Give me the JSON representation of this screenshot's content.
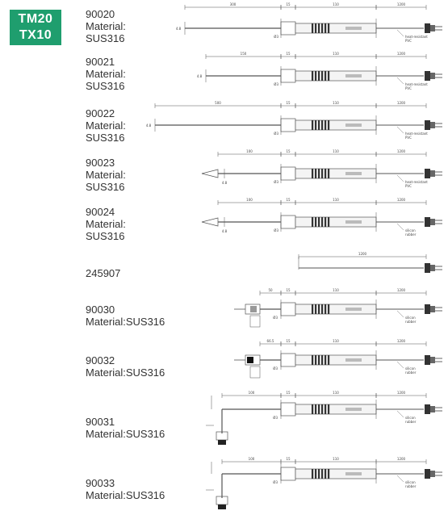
{
  "badge": {
    "line1": "TM20",
    "line2": "TX10"
  },
  "products": [
    {
      "code": "90020",
      "lines": [
        "Material:",
        "SUS316"
      ],
      "dims": [
        "300",
        "15",
        "110",
        "1200"
      ],
      "dia": [
        "4.8",
        "Ø3"
      ],
      "cable_note": [
        "heat-resistant",
        "PVC"
      ]
    },
    {
      "code": "90021",
      "lines": [
        "Material:",
        "SUS316"
      ],
      "dims": [
        "150",
        "15",
        "110",
        "1200"
      ],
      "dia": [
        "4.8",
        "Ø3"
      ],
      "cable_note": [
        "heat-resistant",
        "PVC"
      ]
    },
    {
      "code": "90022",
      "lines": [
        "Material:",
        "SUS316"
      ],
      "dims": [
        "500",
        "15",
        "110",
        "1200"
      ],
      "dia": [
        "4.8",
        "Ø3"
      ],
      "cable_note": [
        "heat-resistant",
        "PVC"
      ]
    },
    {
      "code": "90023",
      "lines": [
        "Material:",
        "SUS316"
      ],
      "dims": [
        "100",
        "15",
        "110",
        "1200"
      ],
      "dia": [
        "4.8",
        "Ø3"
      ],
      "cable_note": [
        "heat-resistant",
        "PVC"
      ]
    },
    {
      "code": "90024",
      "lines": [
        "Material:",
        "SUS316"
      ],
      "dims": [
        "100",
        "15",
        "110",
        "1200"
      ],
      "dia": [
        "4.8",
        "Ø3"
      ],
      "cable_note": [
        "silicon",
        "rubber"
      ]
    },
    {
      "code": "245907",
      "lines": [],
      "dims": [
        "1200"
      ],
      "dia": [],
      "cable_note": []
    },
    {
      "code": "90030",
      "lines": [
        "Material:SUS316"
      ],
      "dims": [
        "50",
        "15",
        "110",
        "1200"
      ],
      "dia": [
        "Ø3"
      ],
      "cable_note": [
        "silicon",
        "rubber"
      ]
    },
    {
      "code": "90032",
      "lines": [
        "Material:SUS316"
      ],
      "dims": [
        "66.5",
        "15",
        "110",
        "1200"
      ],
      "dia": [
        "Ø3"
      ],
      "cable_note": [
        "silicon",
        "rubber"
      ]
    },
    {
      "code": "90031",
      "lines": [
        "Material:SUS316"
      ],
      "dims": [
        "100",
        "15",
        "110",
        "1200"
      ],
      "dia": [
        "Ø3"
      ],
      "cable_note": [
        "silicon",
        "rubber"
      ]
    },
    {
      "code": "90033",
      "lines": [
        "Material:SUS316"
      ],
      "dims": [
        "100",
        "15",
        "110",
        "1200"
      ],
      "dia": [
        "Ø3"
      ],
      "cable_note": [
        "silicon",
        "rubber"
      ]
    }
  ]
}
